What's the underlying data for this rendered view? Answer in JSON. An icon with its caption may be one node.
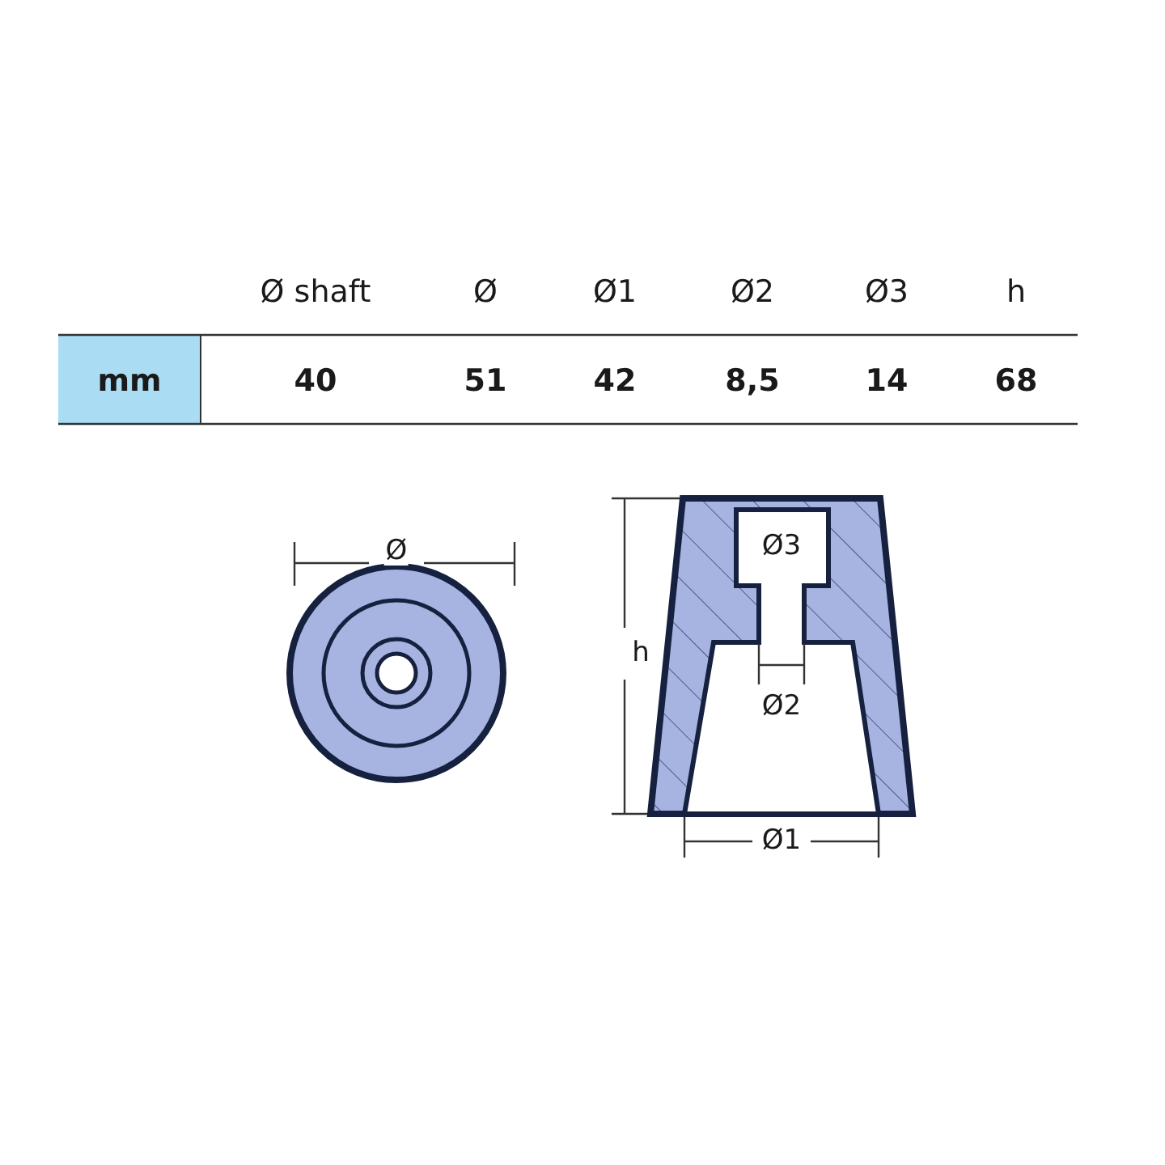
{
  "diagram": {
    "labels": [
      "Ø shaft",
      "Ø",
      "Ø1",
      "Ø2",
      "Ø3",
      "h",
      "mm",
      "40",
      "51",
      "42",
      "8,5",
      "14",
      "68",
      "Ø",
      "Ø3",
      "h",
      "Ø2",
      "Ø1"
    ]
  }
}
